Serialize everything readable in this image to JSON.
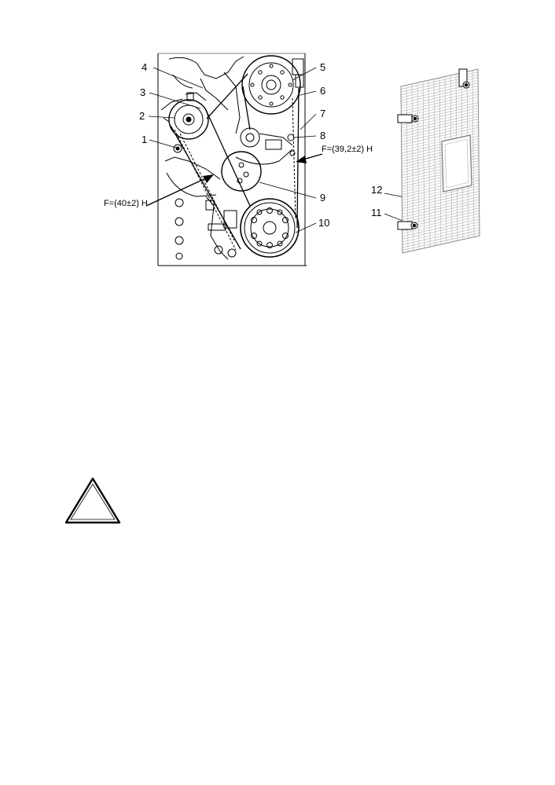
{
  "callouts": {
    "c1": "1",
    "c2": "2",
    "c3": "3",
    "c4": "4",
    "c5": "5",
    "c6": "6",
    "c7": "7",
    "c8": "8",
    "c9": "9",
    "c10": "10",
    "c11": "11",
    "c12": "12"
  },
  "forces": {
    "left": "F=(40±2) H",
    "right": "F=(39,2±2) H"
  },
  "icons": {
    "warning": "warning-triangle-icon"
  }
}
